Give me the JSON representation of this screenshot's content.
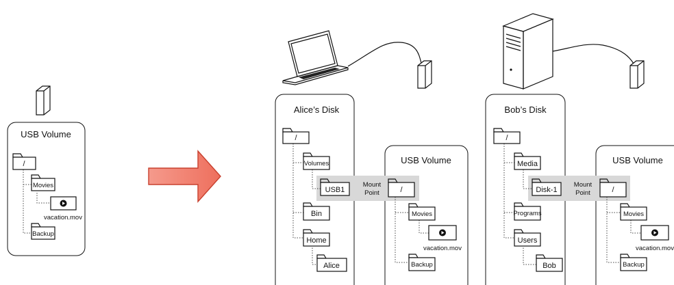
{
  "left": {
    "volume_title": "USB Volume",
    "folders": {
      "root": "/",
      "movies": "Movies",
      "backup": "Backup"
    },
    "file": "vacation.mov"
  },
  "alice": {
    "disk_title": "Alice’s Disk",
    "folders": {
      "root": "/",
      "volumes": "Volumes",
      "usb": "USB1",
      "bin": "Bin",
      "home": "Home",
      "user": "Alice"
    },
    "mount_label_1": "Mount",
    "mount_label_2": "Point",
    "usb_volume_title": "USB Volume",
    "usb_folders": {
      "root": "/",
      "movies": "Movies",
      "backup": "Backup"
    },
    "usb_file": "vacation.mov"
  },
  "bob": {
    "disk_title": "Bob’s Disk",
    "folders": {
      "root": "/",
      "media": "Media",
      "disk": "Disk-1",
      "programs": "Programs",
      "users": "Users",
      "user": "Bob"
    },
    "mount_label_1": "Mount",
    "mount_label_2": "Point",
    "usb_volume_title": "USB Volume",
    "usb_folders": {
      "root": "/",
      "movies": "Movies",
      "backup": "Backup"
    },
    "usb_file": "vacation.mov"
  },
  "colors": {
    "arrow_fill": "#f28a7b",
    "arrow_stroke": "#c8402e",
    "mount_band": "#d8d8d8"
  }
}
